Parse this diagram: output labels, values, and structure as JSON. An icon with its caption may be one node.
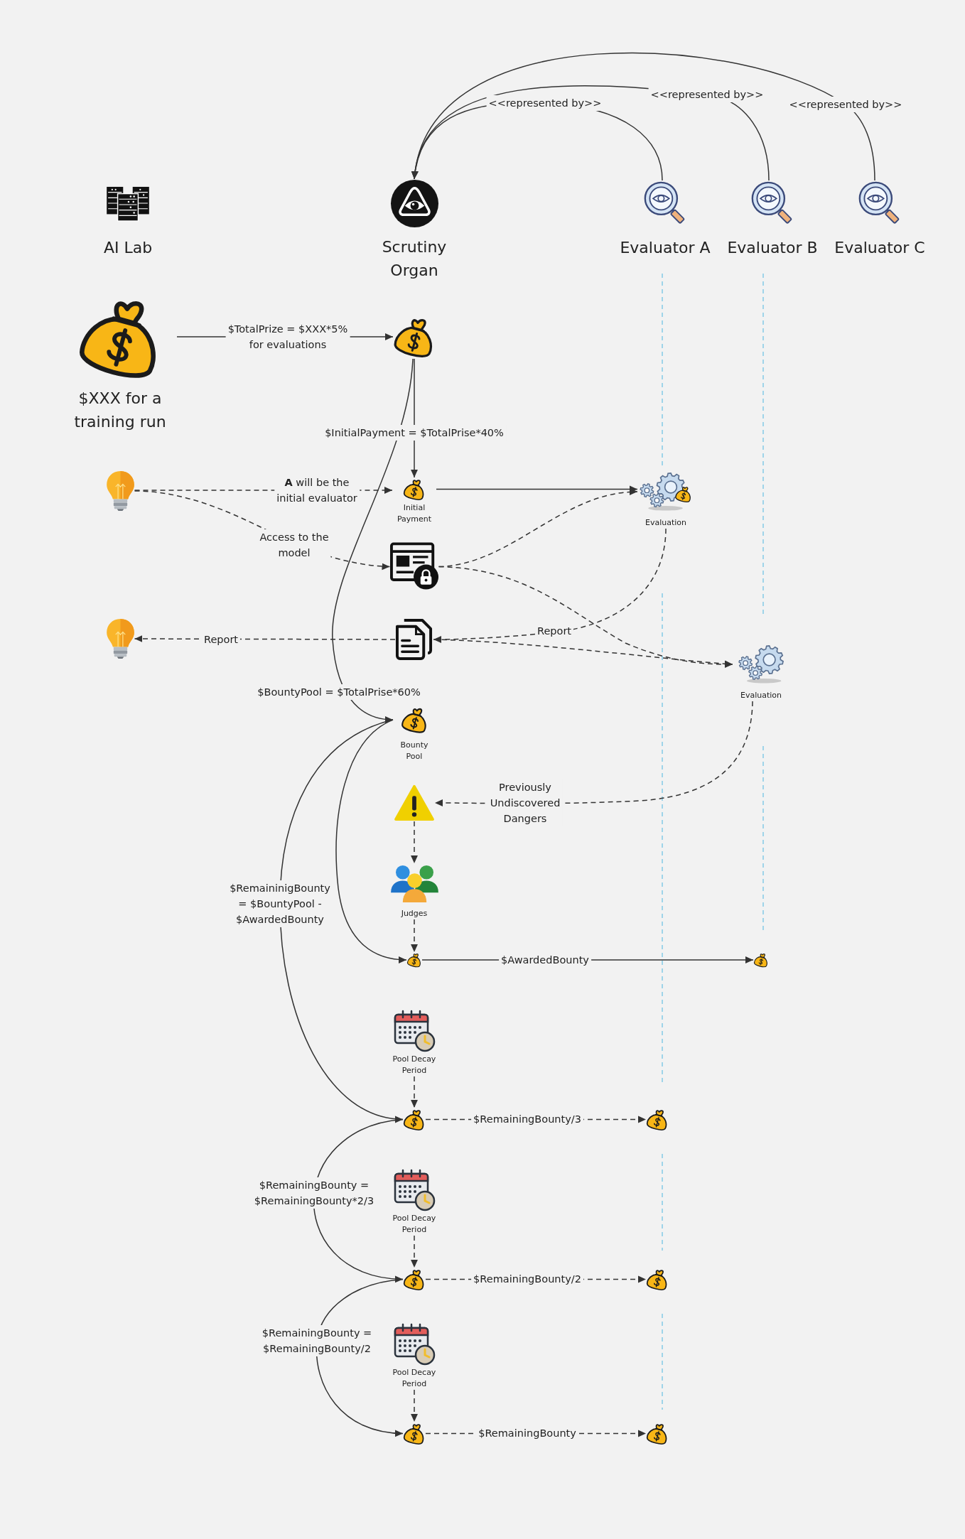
{
  "diagram": {
    "nodes": [
      {
        "text": [
          "AI Lab"
        ]
      },
      {
        "text": [
          "Scrutiny Organ"
        ]
      },
      {
        "text": [
          "Evaluator A"
        ]
      },
      {
        "text": [
          "Evaluator B"
        ]
      },
      {
        "text": [
          "Evaluator C"
        ]
      },
      {
        "text": [
          "$XXX for a training run"
        ]
      },
      {
        "text": [],
        "shape": "picture"
      },
      {
        "text": [],
        "shape": "picture"
      },
      {
        "text": [
          "Initial Payment"
        ]
      },
      {
        "text": [
          "Evaluation"
        ]
      },
      {
        "text": [],
        "shape": "picture"
      },
      {
        "text": [],
        "shape": "picture"
      },
      {
        "text": [],
        "shape": "picture"
      },
      {
        "text": [
          "Evaluation"
        ]
      },
      {
        "text": [
          "Bounty Pool"
        ]
      },
      {
        "text": [],
        "shape": "picture"
      },
      {
        "text": [
          "Judges"
        ]
      },
      {
        "text": [],
        "shape": "picture"
      },
      {
        "text": [],
        "shape": "picture"
      },
      {
        "text": [
          "Pool Decay Period"
        ]
      },
      {
        "text": [],
        "shape": "picture"
      },
      {
        "text": [],
        "shape": "picture"
      },
      {
        "text": [
          "Pool Decay Period"
        ]
      },
      {
        "text": [],
        "shape": "picture"
      },
      {
        "text": [],
        "shape": "picture"
      },
      {
        "text": [
          "Pool Decay Period"
        ]
      },
      {
        "text": [],
        "shape": "picture"
      },
      {
        "text": [],
        "shape": "picture"
      }
    ],
    "edges": [
      {
        "from": 2,
        "to": 1,
        "arrow": "to",
        "label": "<<represented by>>"
      },
      {
        "from": 3,
        "to": 1,
        "arrow": "to",
        "label": "<<represented by>>"
      },
      {
        "from": 4,
        "to": 1,
        "arrow": "to",
        "label": "<<represented by>>"
      },
      {
        "from": 5,
        "to": 6,
        "arrow": "to",
        "label": "$TotalPrize = $XXX*5% for evaluations"
      },
      {
        "from": 6,
        "to": 8,
        "arrow": "to",
        "label": "$InitialPayment = $TotalPrise*40%"
      },
      {
        "from": 6,
        "to": 14,
        "arrow": "to",
        "label": "$BountyPool = $TotalPrise*60%"
      },
      {
        "from": 7,
        "to": 8,
        "arrow": "to",
        "style": "dashed",
        "label": "**A** will be the initial evaluator"
      },
      {
        "from": 7,
        "to": 10,
        "arrow": "to",
        "style": "dashed",
        "label": "Access to the model"
      },
      {
        "from": 8,
        "to": 9,
        "arrow": "to"
      },
      {
        "from": 10,
        "to": 9,
        "arrow": "to",
        "style": "dashed"
      },
      {
        "from": 10,
        "to": 13,
        "arrow": "to",
        "style": "dashed"
      },
      {
        "from": 9,
        "to": 12,
        "arrow": "to",
        "style": "dashed",
        "label": "Report"
      },
      {
        "from": 12,
        "to": 13,
        "arrow": "to",
        "style": "dashed"
      },
      {
        "from": 12,
        "to": 11,
        "arrow": "to",
        "style": "dashed",
        "label": "Report"
      },
      {
        "from": 13,
        "to": 15,
        "arrow": "to",
        "style": "dashed",
        "label": "Previously Undiscovered Dangers"
      },
      {
        "from": 15,
        "to": 16,
        "arrow": "to",
        "style": "dashed"
      },
      {
        "from": 16,
        "to": 17,
        "arrow": "to",
        "style": "dashed"
      },
      {
        "from": 14,
        "to": 17,
        "arrow": "to"
      },
      {
        "from": 14,
        "to": 20,
        "arrow": "to",
        "label": "$RemaininigBounty = $BountyPool - $AwardedBounty"
      },
      {
        "from": 17,
        "to": 18,
        "arrow": "to",
        "label": "$AwardedBounty"
      },
      {
        "from": 19,
        "to": 20,
        "arrow": "to",
        "style": "dashed"
      },
      {
        "from": 20,
        "to": 21,
        "arrow": "to",
        "style": "dashed",
        "label": "$RemainingBounty/3"
      },
      {
        "from": 20,
        "to": 23,
        "arrow": "to",
        "label": "$RemainingBounty = $RemainingBounty*2/3"
      },
      {
        "from": 22,
        "to": 23,
        "arrow": "to",
        "style": "dashed"
      },
      {
        "from": 23,
        "to": 24,
        "arrow": "to",
        "style": "dashed",
        "label": "$RemainingBounty/2"
      },
      {
        "from": 23,
        "to": 26,
        "arrow": "to",
        "label": "$RemainingBounty = $RemainingBounty/2"
      },
      {
        "from": 25,
        "to": 26,
        "arrow": "to",
        "style": "dashed"
      },
      {
        "from": 26,
        "to": 27,
        "arrow": "to",
        "style": "dashed",
        "label": "$RemainingBounty"
      }
    ]
  }
}
